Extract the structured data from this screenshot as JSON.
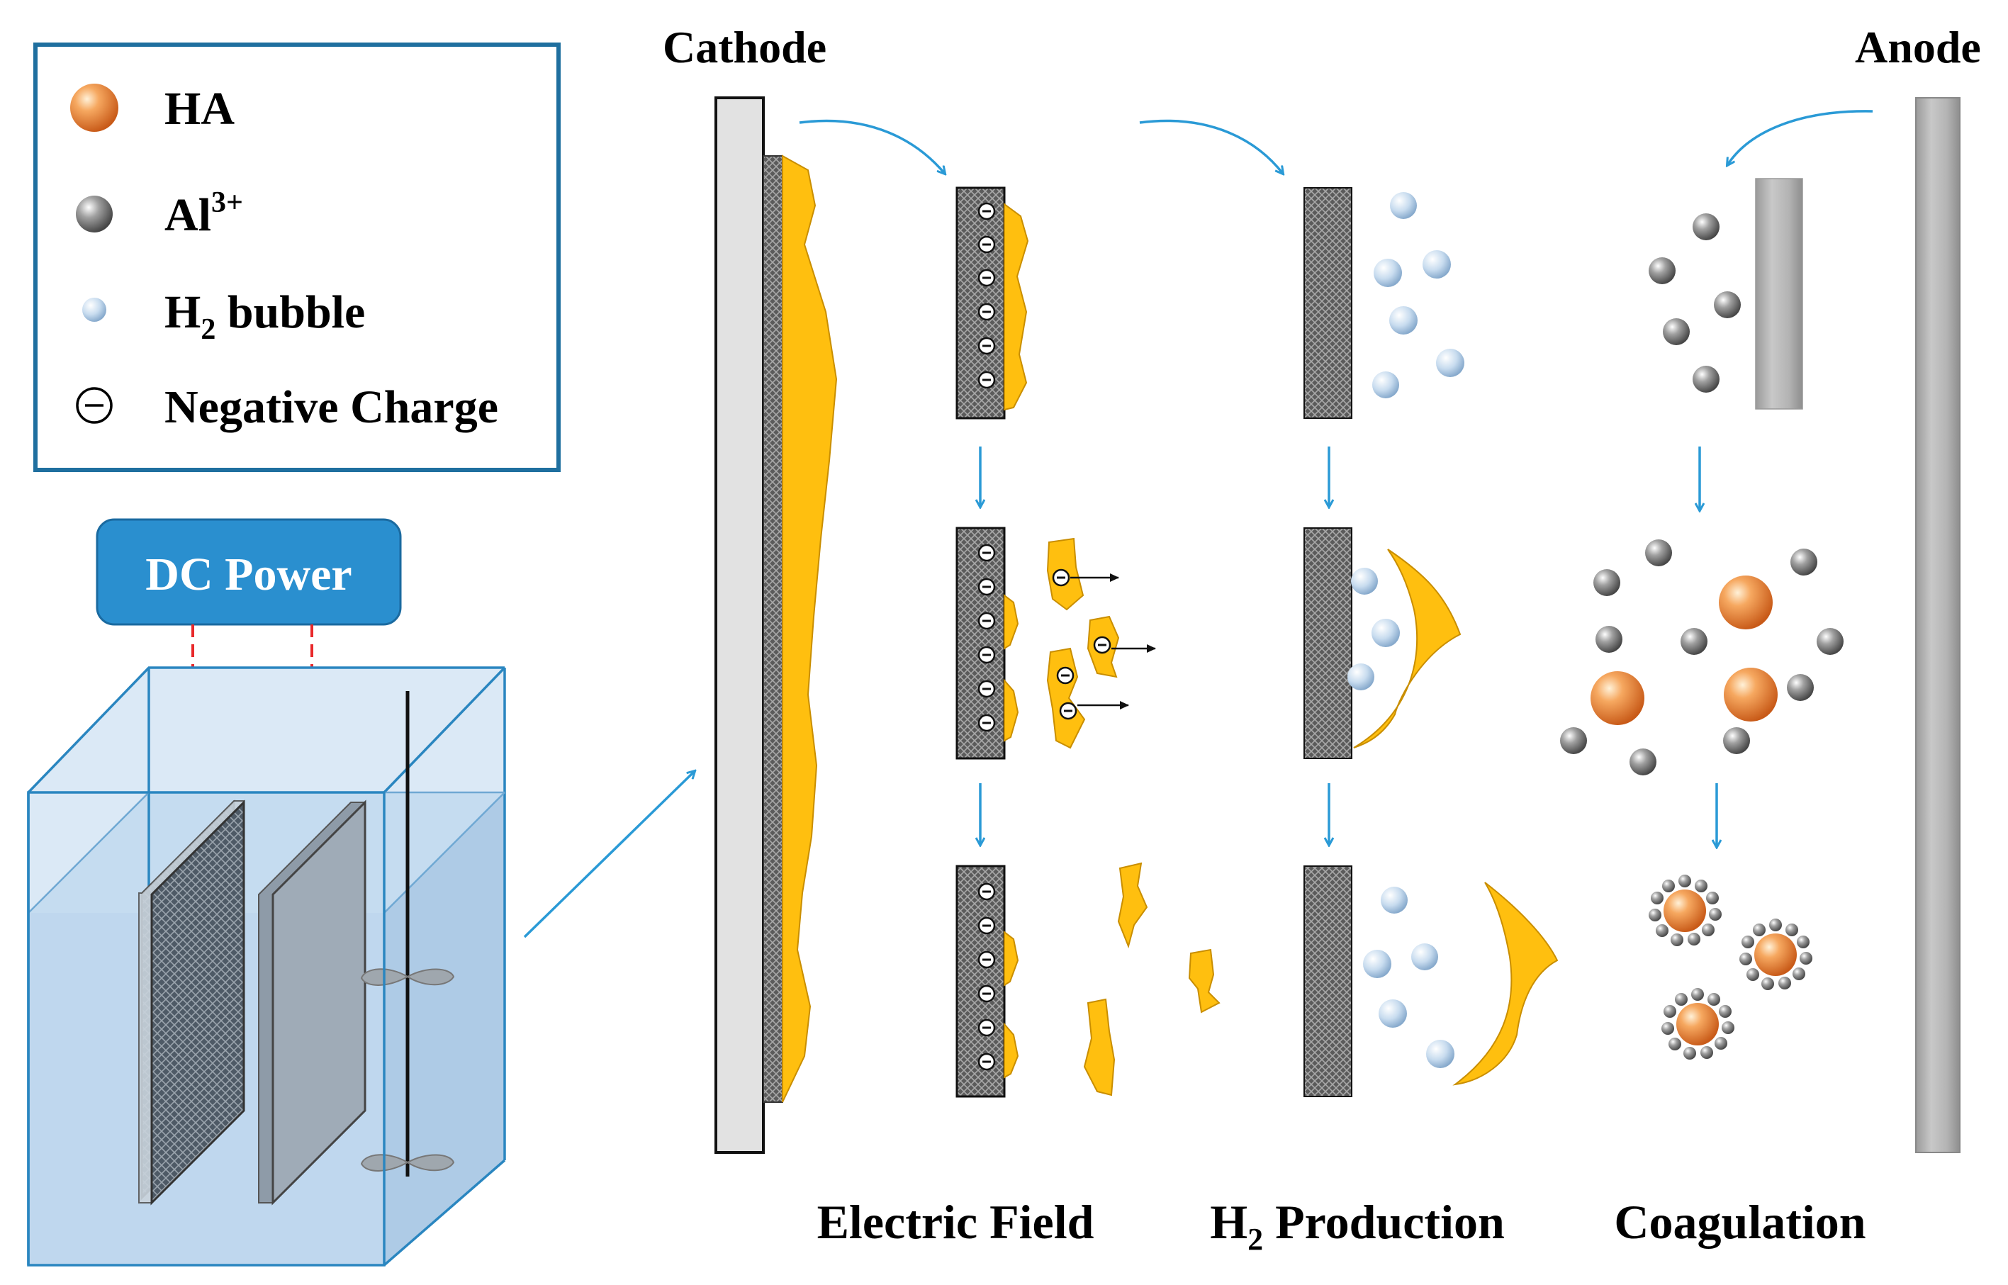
{
  "legend": {
    "items": [
      {
        "label": "HA"
      },
      {
        "label": "Al",
        "superscript": "3+"
      },
      {
        "label_pre": "H",
        "subscript": "2",
        "label_post": " bubble"
      },
      {
        "label": "Negative Charge"
      }
    ]
  },
  "power": {
    "label": "DC Power"
  },
  "electrodes": {
    "cathode": "Cathode",
    "anode": "Anode"
  },
  "stages": [
    {
      "label": "Electric Field"
    },
    {
      "label_pre": "H",
      "subscript": "2",
      "label_post": " Production"
    },
    {
      "label": "Coagulation"
    }
  ],
  "colors": {
    "ha": "#f0883a",
    "al": "#8a8a8a",
    "bubble": "#a8c8e8",
    "floc": "#ffbf0f",
    "arrow": "#2a9ad6",
    "power_box": "#2a8fcf",
    "tank_edge": "#2a86c0",
    "wire": "#e8282a"
  }
}
